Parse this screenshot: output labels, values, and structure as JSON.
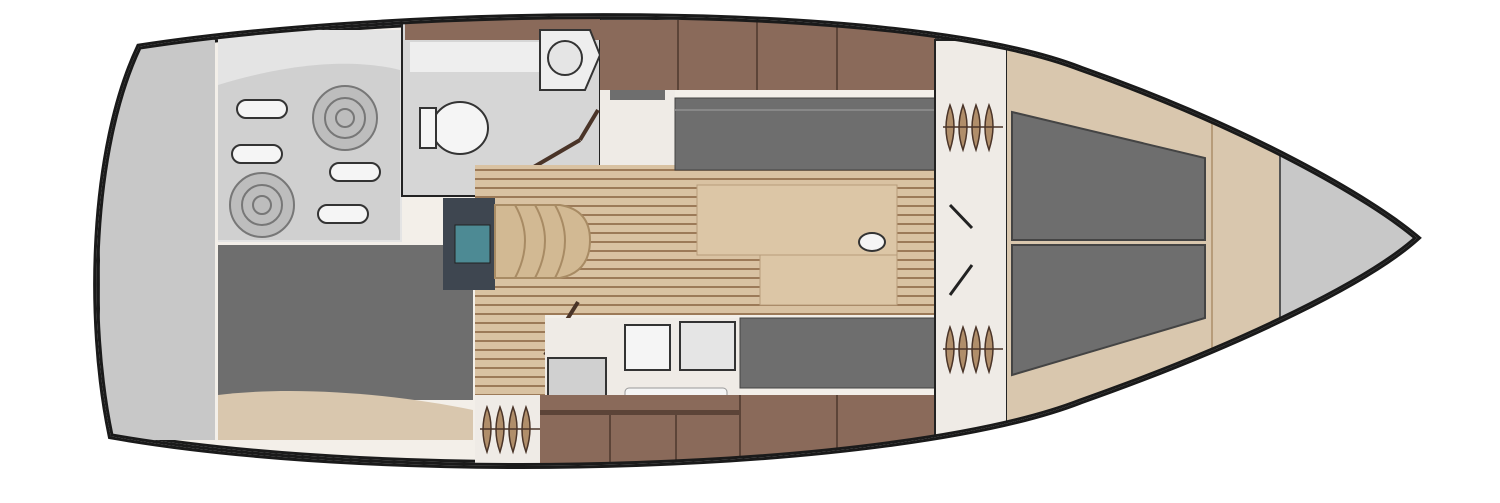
{
  "diagram": {
    "type": "sailboat interior layout (top view)",
    "colors": {
      "hull_outline": "#1a1a1a",
      "berth_cushion": "#6e6e6e",
      "wood_cabinet": "#8a6a5a",
      "beige_floor": "#d9c7ae",
      "light_wall": "#efebe6",
      "locker_gray": "#c8c8c8",
      "wood_stripe": "#b08e6a",
      "head_gray": "#d6d6d6",
      "nav_station": "#3e4650",
      "nav_equipment": "#4d8a94"
    },
    "areas": [
      "stern-locker",
      "aft-lazarette",
      "head",
      "aft-cabin-berth",
      "saloon",
      "saloon-table",
      "companionway",
      "nav-station",
      "galley",
      "port-settee",
      "starboard-settee",
      "forward-cabin",
      "bow-locker"
    ]
  }
}
